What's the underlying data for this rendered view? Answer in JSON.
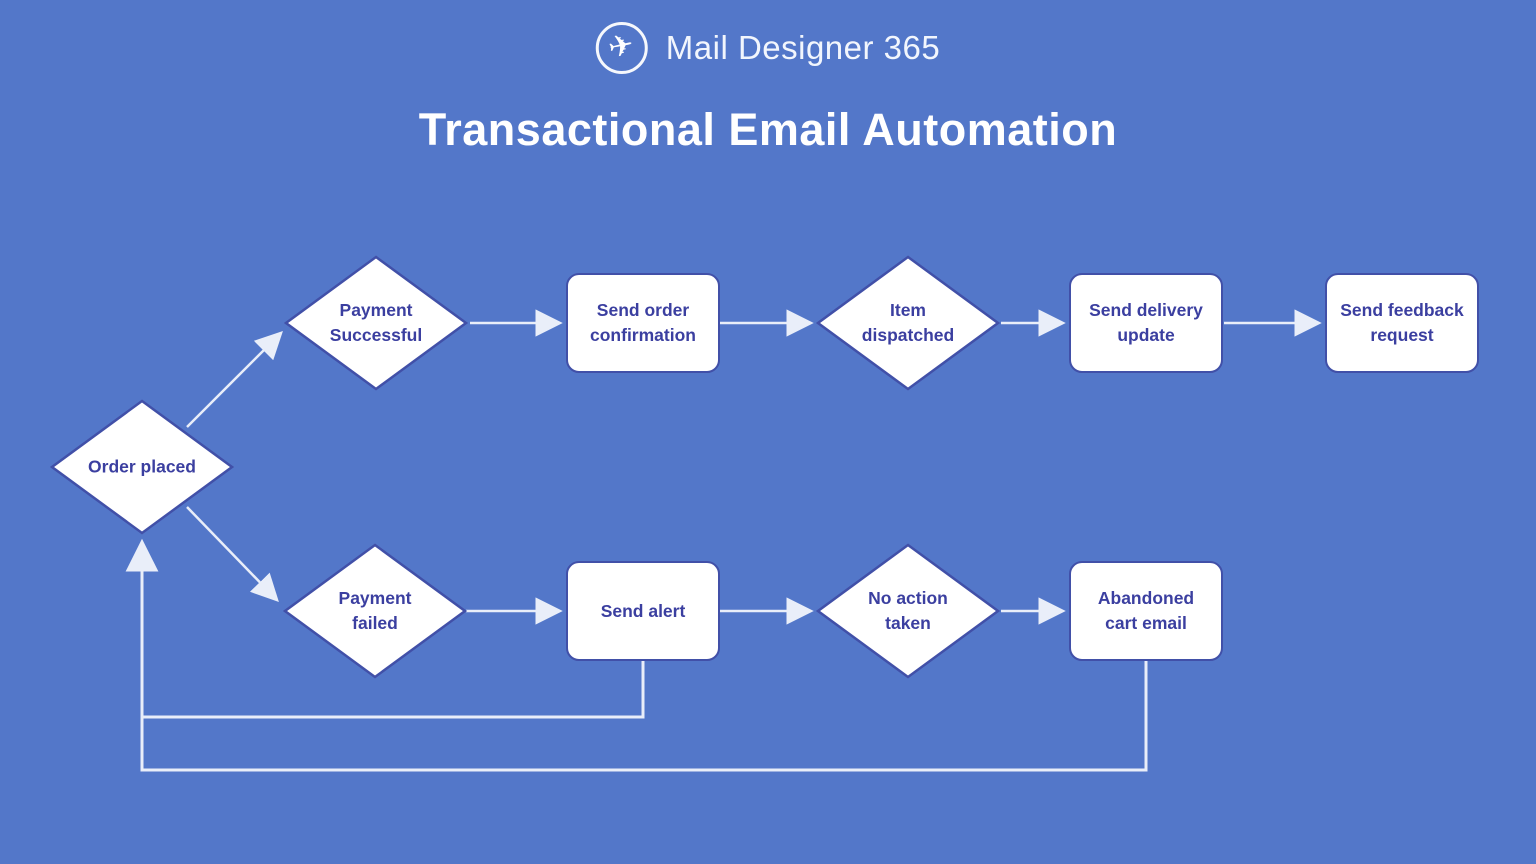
{
  "header": {
    "logo_text": "Mail Designer 365",
    "title": "Transactional Email Automation"
  },
  "colors": {
    "background": "#5377c9",
    "node_fill": "#ffffff",
    "node_border": "#4150a8",
    "node_text": "#3b3fa0",
    "connector": "#e9eef9",
    "title_text": "#ffffff"
  },
  "flowchart": {
    "nodes": [
      {
        "id": "order-placed",
        "type": "decision",
        "label": "Order placed"
      },
      {
        "id": "payment-successful",
        "type": "decision",
        "label": "Payment Successful"
      },
      {
        "id": "send-order-confirmation",
        "type": "process",
        "label": "Send order confirmation"
      },
      {
        "id": "item-dispatched",
        "type": "decision",
        "label": "Item dispatched"
      },
      {
        "id": "send-delivery-update",
        "type": "process",
        "label": "Send delivery update"
      },
      {
        "id": "send-feedback-request",
        "type": "process",
        "label": "Send feedback request"
      },
      {
        "id": "payment-failed",
        "type": "decision",
        "label": "Payment failed"
      },
      {
        "id": "send-alert",
        "type": "process",
        "label": "Send alert"
      },
      {
        "id": "no-action-taken",
        "type": "decision",
        "label": "No action taken"
      },
      {
        "id": "abandoned-cart-email",
        "type": "process",
        "label": "Abandoned cart email"
      }
    ],
    "edges": [
      {
        "from": "order-placed",
        "to": "payment-successful"
      },
      {
        "from": "payment-successful",
        "to": "send-order-confirmation"
      },
      {
        "from": "send-order-confirmation",
        "to": "item-dispatched"
      },
      {
        "from": "item-dispatched",
        "to": "send-delivery-update"
      },
      {
        "from": "send-delivery-update",
        "to": "send-feedback-request"
      },
      {
        "from": "order-placed",
        "to": "payment-failed"
      },
      {
        "from": "payment-failed",
        "to": "send-alert"
      },
      {
        "from": "send-alert",
        "to": "no-action-taken"
      },
      {
        "from": "no-action-taken",
        "to": "abandoned-cart-email"
      },
      {
        "from": "send-alert",
        "to": "order-placed",
        "style": "loop"
      },
      {
        "from": "abandoned-cart-email",
        "to": "order-placed",
        "style": "loop"
      }
    ]
  }
}
